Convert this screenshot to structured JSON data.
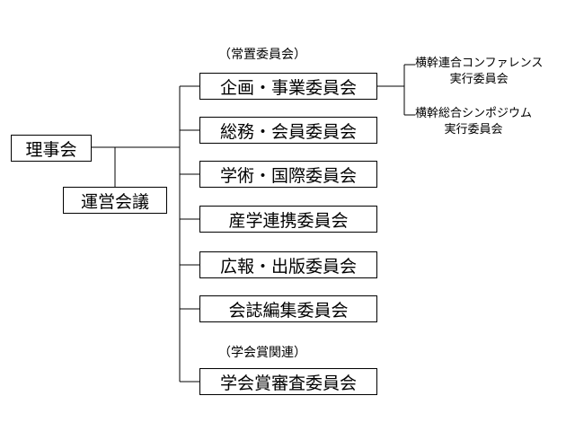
{
  "root": {
    "board": "理事会",
    "management": "運営会議"
  },
  "group_labels": {
    "standing": "（常置委員会）",
    "award": "（学会賞関連）"
  },
  "committees": [
    "企画・事業委員会",
    "総務・会員委員会",
    "学術・国際委員会",
    "産学連携委員会",
    "広報・出版委員会",
    "会誌編集委員会",
    "学会賞審査委員会"
  ],
  "subcommittees": [
    {
      "line1": "横幹連合コンファレンス",
      "line2": "実行委員会"
    },
    {
      "line1": "横幹総合シンポジウム",
      "line2": "実行委員会"
    }
  ]
}
